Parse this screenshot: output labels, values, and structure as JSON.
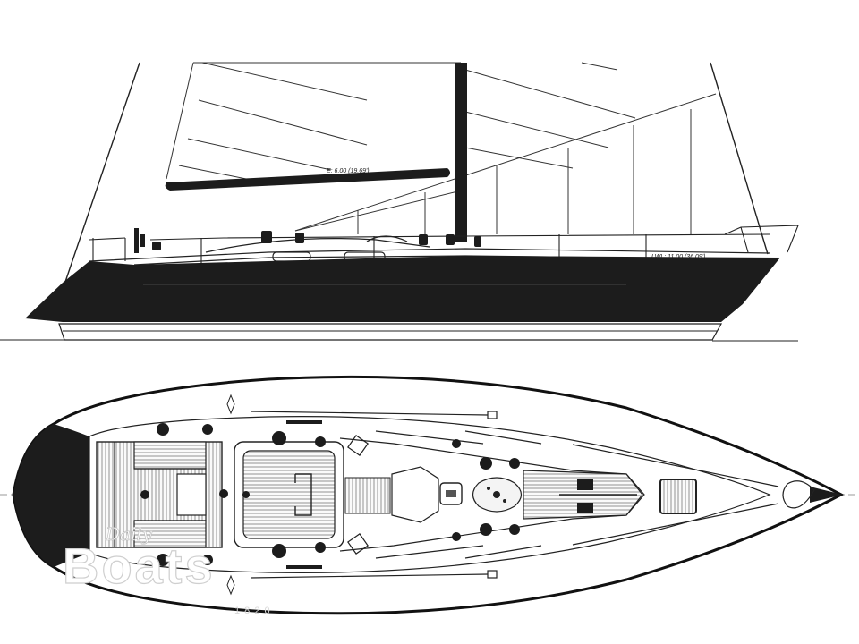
{
  "drawing": {
    "boom_label": "E: 6.00 (19.69')",
    "waterline_label": "LWL: 11.00 (36.09')",
    "watermark": {
      "script": "Daily",
      "word": "Boats",
      "number": "1 8 2 0"
    }
  },
  "colors": {
    "hull": "#1c1c1c",
    "line": "#222222",
    "paper": "#ffffff"
  }
}
